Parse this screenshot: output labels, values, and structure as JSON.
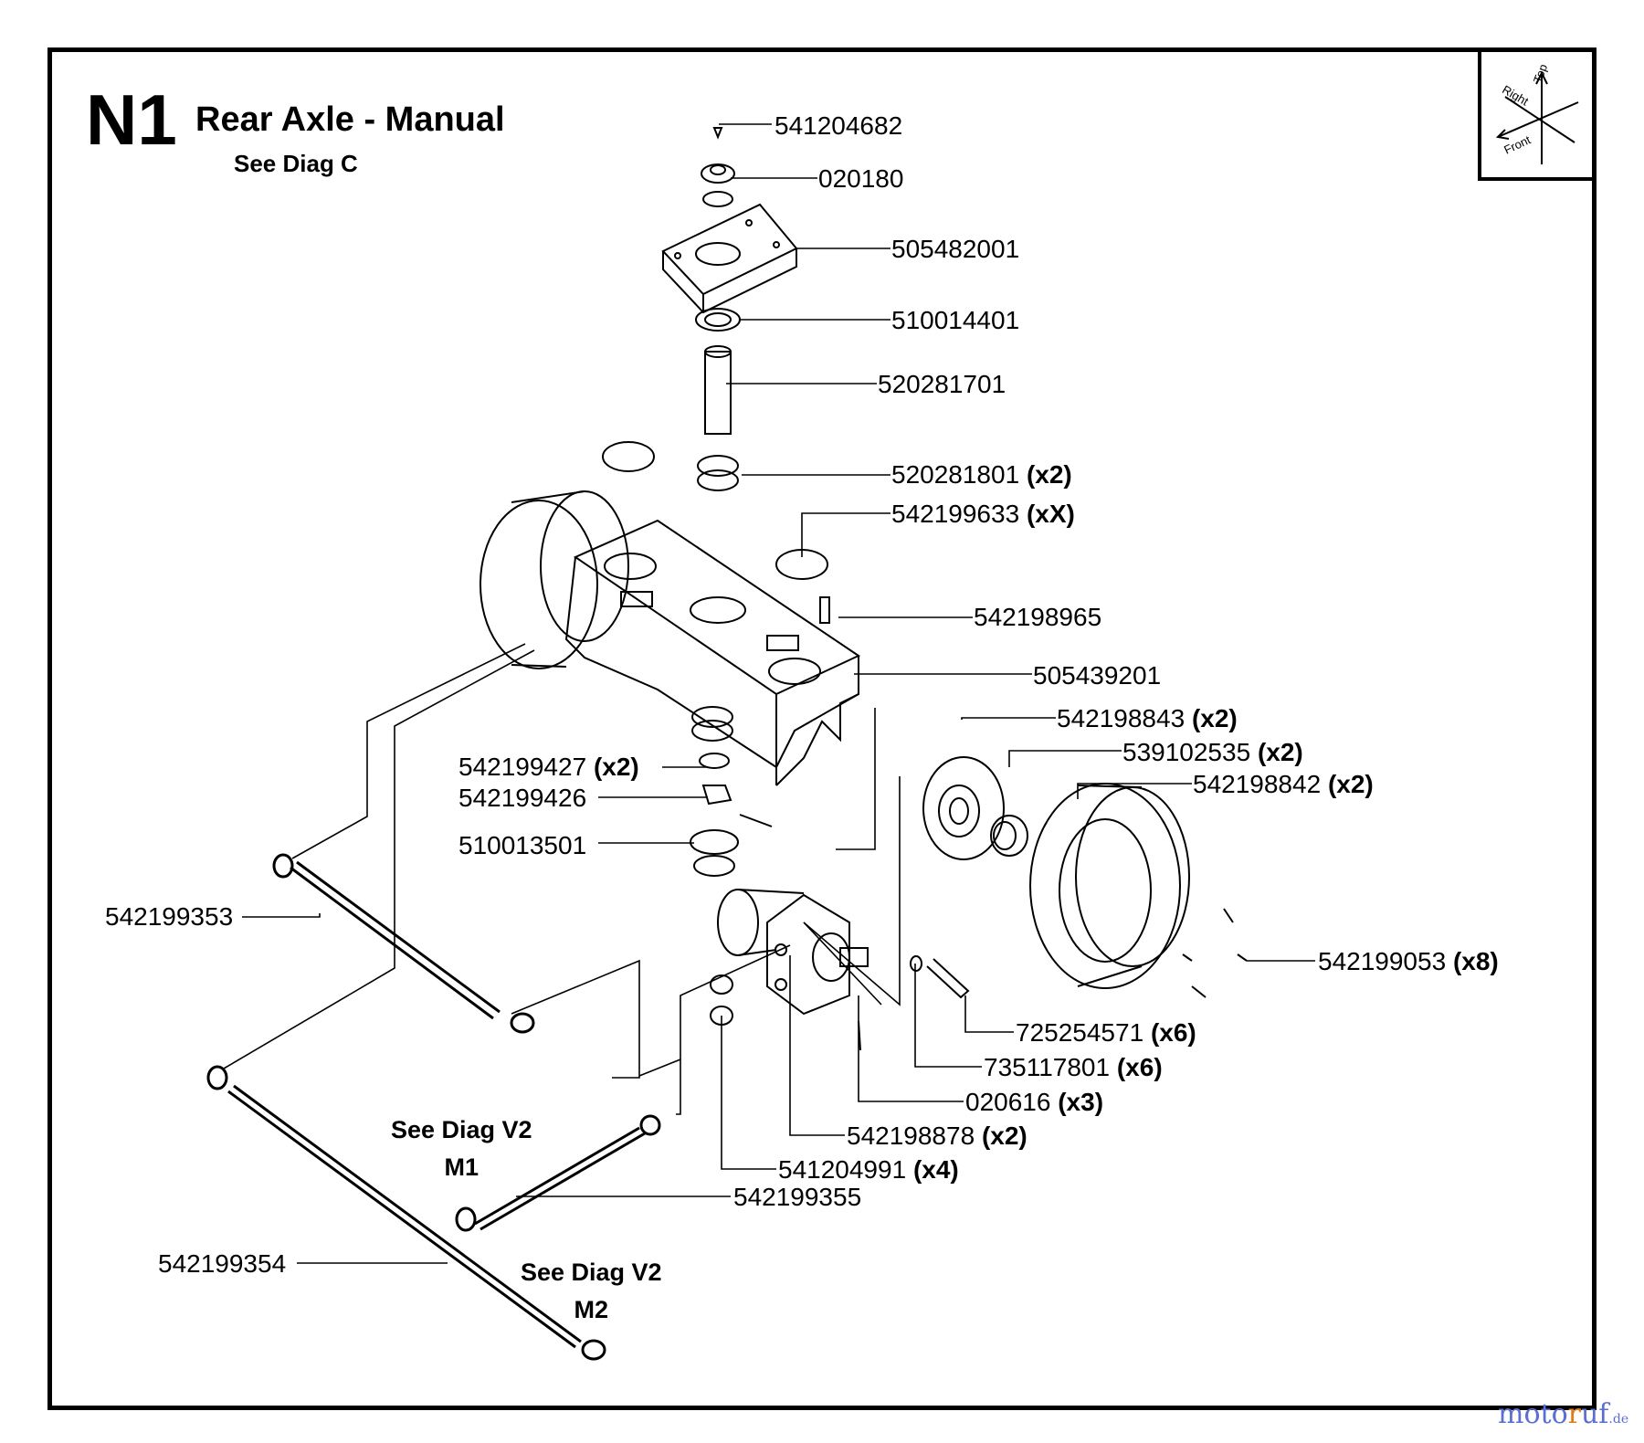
{
  "header": {
    "code": "N1",
    "title": "Rear Axle - Manual",
    "subtitle": "See Diag C"
  },
  "orientation": {
    "top": "Top",
    "right": "Right",
    "front": "Front"
  },
  "notes": [
    {
      "line1": "See Diag V2",
      "line2": "M1"
    },
    {
      "line1": "See Diag V2",
      "line2": "M2"
    }
  ],
  "parts": [
    {
      "number": "541204682",
      "qty": ""
    },
    {
      "number": "020180",
      "qty": ""
    },
    {
      "number": "505482001",
      "qty": ""
    },
    {
      "number": "510014401",
      "qty": ""
    },
    {
      "number": "520281701",
      "qty": ""
    },
    {
      "number": "520281801",
      "qty": "(x2)"
    },
    {
      "number": "542199633",
      "qty": "(xX)"
    },
    {
      "number": "542198965",
      "qty": ""
    },
    {
      "number": "505439201",
      "qty": ""
    },
    {
      "number": "542198843",
      "qty": "(x2)"
    },
    {
      "number": "539102535",
      "qty": "(x2)"
    },
    {
      "number": "542198842",
      "qty": "(x2)"
    },
    {
      "number": "542199427",
      "qty": "(x2)"
    },
    {
      "number": "542199426",
      "qty": ""
    },
    {
      "number": "510013501",
      "qty": ""
    },
    {
      "number": "542199353",
      "qty": ""
    },
    {
      "number": "542199053",
      "qty": "(x8)"
    },
    {
      "number": "725254571",
      "qty": "(x6)"
    },
    {
      "number": "735117801",
      "qty": "(x6)"
    },
    {
      "number": "020616",
      "qty": "(x3)"
    },
    {
      "number": "542198878",
      "qty": "(x2)"
    },
    {
      "number": "541204991",
      "qty": "(x4)"
    },
    {
      "number": "542199355",
      "qty": ""
    },
    {
      "number": "542199354",
      "qty": ""
    }
  ],
  "watermark": {
    "main": "moto",
    "accent": "r",
    "rest": "uf",
    "suffix": ".de"
  }
}
